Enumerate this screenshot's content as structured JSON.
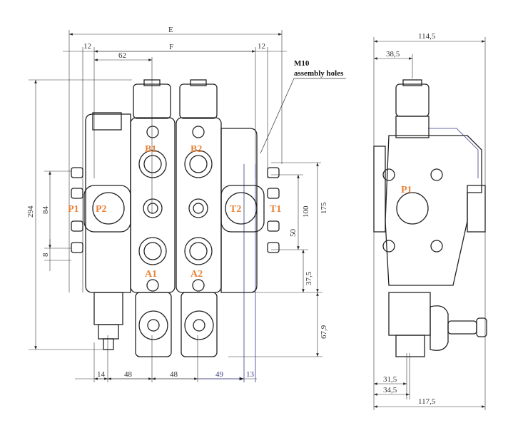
{
  "front_view": {
    "dimensions": {
      "E": "E",
      "F": "F",
      "left_12": "12",
      "right_12": "12",
      "d62": "62",
      "d294": "294",
      "d84": "84",
      "d8": "8",
      "d100": "100",
      "d175": "175",
      "d50": "50",
      "d37_5": "37,5",
      "d67_9": "67,9",
      "d14": "14",
      "d48a": "48",
      "d48b": "48",
      "d49": "49",
      "d13": "13"
    },
    "note": {
      "line1": "M10",
      "line2": "assembly holes"
    },
    "ports": {
      "B1": "B1",
      "B2": "B2",
      "A1": "A1",
      "A2": "A2",
      "P1": "P1",
      "P2": "P2",
      "T2": "T2",
      "T1": "T1"
    }
  },
  "side_view": {
    "dimensions": {
      "d114_5": "114,5",
      "d38_5": "38,5",
      "d31_5": "31,5",
      "d34_5": "34,5",
      "d117_5": "117,5"
    },
    "ports": {
      "P1": "P1"
    }
  },
  "colors": {
    "port_label": "#e8833a",
    "dimension_blue": "#3a3a8c"
  }
}
